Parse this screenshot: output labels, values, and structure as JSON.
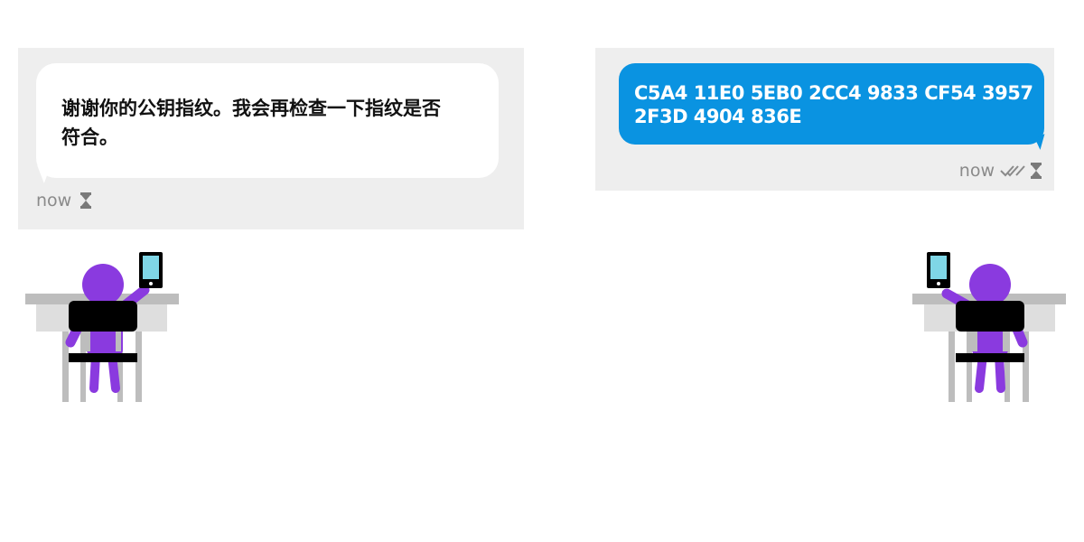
{
  "left_chat": {
    "message": "谢谢你的公钥指纹。我会再检查一下指纹是否符合。",
    "time": "now",
    "status_icon": "hourglass-icon"
  },
  "right_chat": {
    "message": "C5A4 11E0 5EB0 2CC4 9833 CF54 3957 2F3D 4904 836E",
    "time": "now",
    "status_icons": [
      "double-check-icon",
      "hourglass-icon"
    ]
  },
  "colors": {
    "panel_bg": "#eeeeee",
    "incoming_bubble": "#ffffff",
    "outgoing_bubble": "#0a93e1",
    "person": "#8a3adf",
    "phone_screen": "#7fd6e6",
    "desk": "#bdbdbd"
  }
}
